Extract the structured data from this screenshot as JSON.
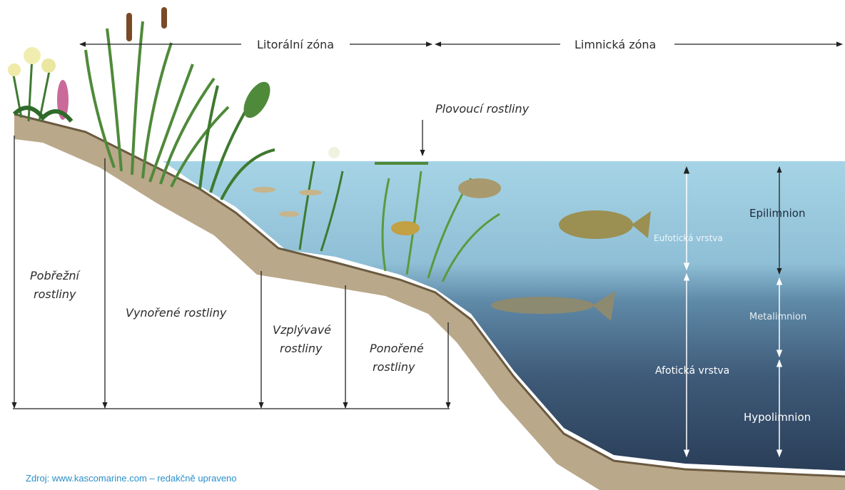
{
  "zones": {
    "littoral": "Litorální zóna",
    "limnic": "Limnická zóna"
  },
  "plants": {
    "floating": "Plovoucí rostliny",
    "shore_line1": "Pobřežní",
    "shore_line2": "rostliny",
    "emergent": "Vynořené rostliny",
    "floating_leaved_line1": "Vzplývavé",
    "floating_leaved_line2": "rostliny",
    "submerged_line1": "Ponořené",
    "submerged_line2": "rostliny"
  },
  "layers": {
    "euphotic": "Eufotická vrstva",
    "aphotic": "Afotická vrstva",
    "epilimnion": "Epilimnion",
    "metalimnion": "Metalimnion",
    "hypolimnion": "Hypolimnion"
  },
  "source": "Zdroj: www.kascomarine.com – redakčně upraveno",
  "colors": {
    "water_top": "#9ccde0",
    "water_mid": "#5d89a8",
    "water_deep": "#2d4560",
    "bank": "#b9a88a",
    "plant": "#4f8a3a",
    "source_text": "#2a8fc8"
  }
}
